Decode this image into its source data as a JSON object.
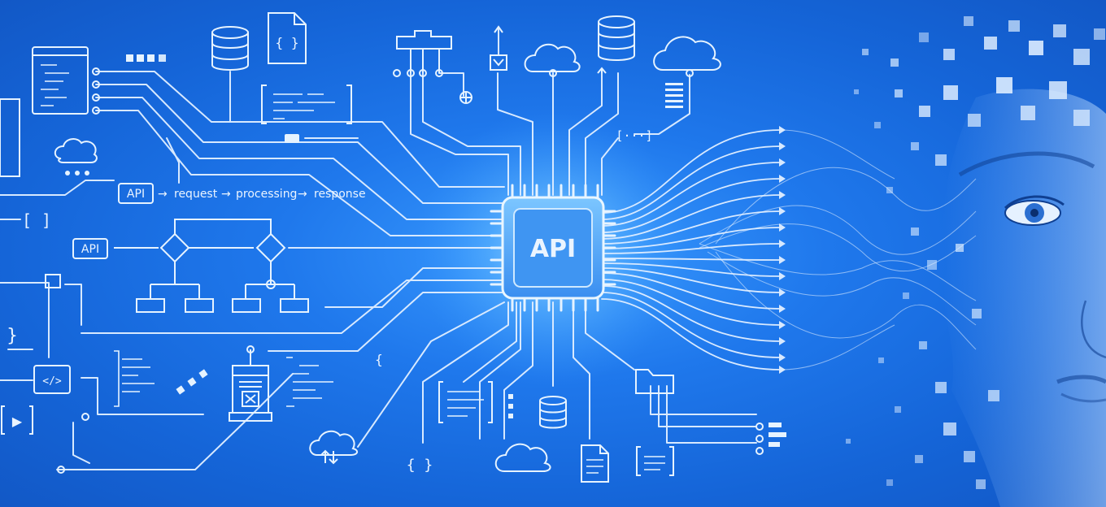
{
  "chip": {
    "label": "API"
  },
  "flow": {
    "badge": "API",
    "steps": [
      "request",
      "processing",
      "response"
    ],
    "arrow": "→"
  },
  "decision": {
    "badge": "API"
  },
  "glyphs": {
    "json_braces": "{ }",
    "bracket_pair": "[ ]",
    "ellipsis_bracket": "[···]",
    "code_tag": "</>",
    "play": "▶",
    "curly_left": "{",
    "curly_right": "}",
    "brace_code": "{ }"
  },
  "colors": {
    "line": "#dcecff",
    "chip_glow": "#8fd0ff",
    "background": "#1a6fe3"
  }
}
